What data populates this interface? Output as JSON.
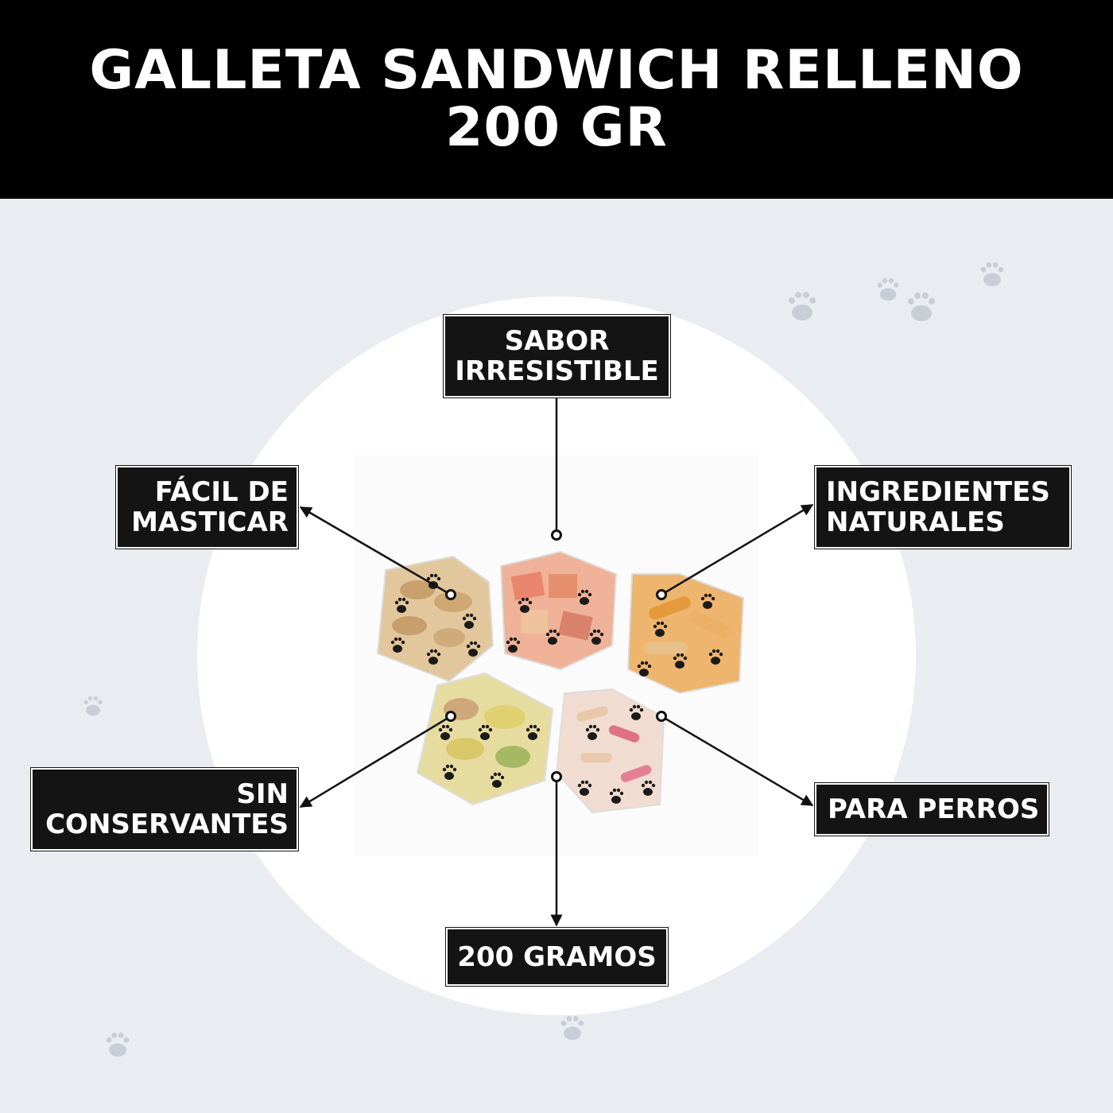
{
  "header": {
    "line1": "GALLETA SANDWICH RELLENO",
    "line2": "200 GR"
  },
  "labels": {
    "sabor": [
      "SABOR",
      "IRRESISTIBLE"
    ],
    "facil": [
      "FÁCIL DE",
      "MASTICAR"
    ],
    "ingredientes": [
      "INGREDIENTES",
      "NATURALES"
    ],
    "sin": [
      "SIN",
      "CONSERVANTES"
    ],
    "para": [
      "PARA PERROS"
    ],
    "gramos": [
      "200 GRAMOS"
    ]
  },
  "product": {
    "bags": [
      {
        "name": "bag-peanut-cookies",
        "color": "#d8b68a"
      },
      {
        "name": "bag-pink-square-cookies",
        "color": "#e88a72"
      },
      {
        "name": "bag-orange-bone-cookies",
        "color": "#e7a04a"
      },
      {
        "name": "bag-mixed-cookies",
        "color": "#d9cf8a"
      },
      {
        "name": "bag-pink-bone-cookies",
        "color": "#e8c9b4"
      }
    ]
  },
  "colors": {
    "header_bg": "#000000",
    "page_bg": "#e9edf2",
    "label_bg": "#141414",
    "paw": "#c9ced6"
  }
}
